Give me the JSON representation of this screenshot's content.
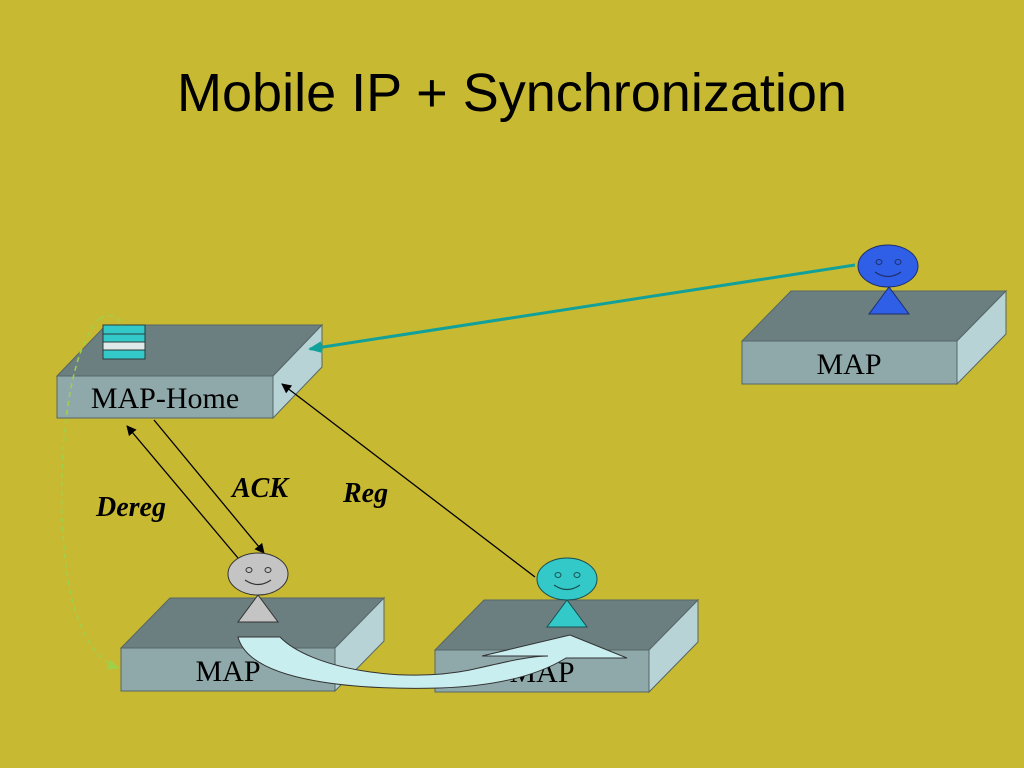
{
  "slide": {
    "title": "Mobile IP + Synchronization"
  },
  "nodes": {
    "map_home": "MAP-Home",
    "map_remote": "MAP",
    "map_left": "MAP",
    "map_middle": "MAP"
  },
  "messages": {
    "dereg": "Dereg",
    "ack": "ACK",
    "reg": "Reg"
  },
  "colors": {
    "background": "#c8b932",
    "box_front": "#8fa9ab",
    "box_top": "#6b7f80",
    "box_side": "#b7d3d5",
    "user_blue": "#2e5fe6",
    "user_cyan": "#33c9c9",
    "user_gray": "#c4c4c4",
    "sync_arrow": "#12a09a",
    "move_arrow": "#c9eef0",
    "dashed_path": "#9ed14a"
  }
}
